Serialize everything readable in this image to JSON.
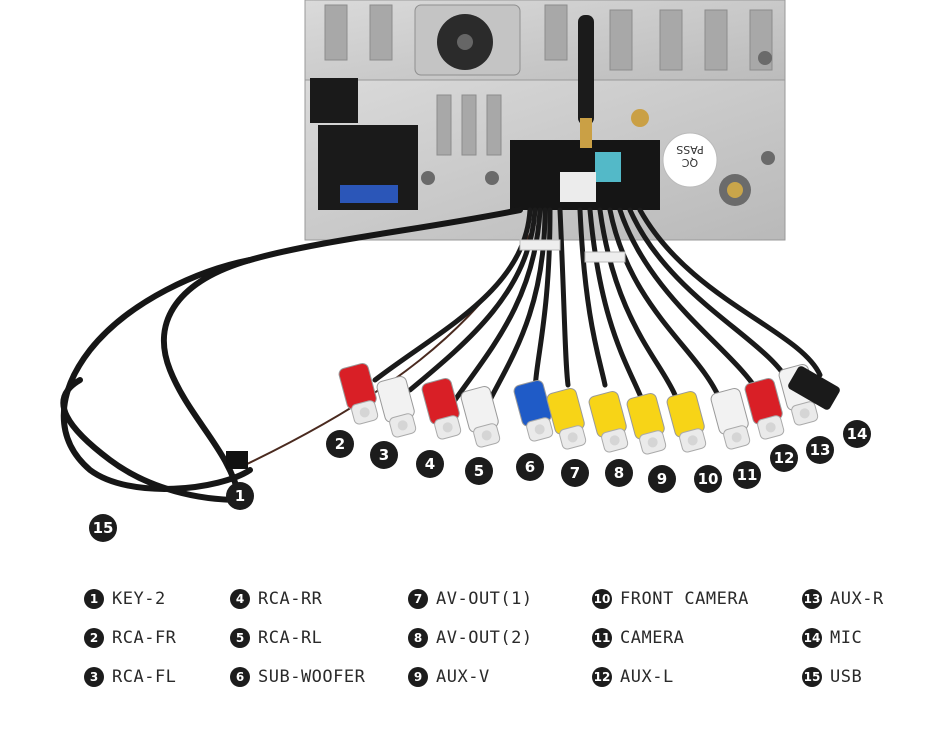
{
  "unit": {
    "stickers": [
      "QC",
      "PASS"
    ]
  },
  "callouts": [
    "1",
    "2",
    "3",
    "4",
    "5",
    "6",
    "7",
    "8",
    "9",
    "10",
    "11",
    "12",
    "13",
    "14",
    "15"
  ],
  "legend": [
    {
      "num": "1",
      "label": "KEY-2"
    },
    {
      "num": "2",
      "label": "RCA-FR"
    },
    {
      "num": "3",
      "label": "RCA-FL"
    },
    {
      "num": "4",
      "label": "RCA-RR"
    },
    {
      "num": "5",
      "label": "RCA-RL"
    },
    {
      "num": "6",
      "label": "SUB-WOOFER"
    },
    {
      "num": "7",
      "label": "AV-OUT(1)"
    },
    {
      "num": "8",
      "label": "AV-OUT(2)"
    },
    {
      "num": "9",
      "label": "AUX-V"
    },
    {
      "num": "10",
      "label": "FRONT CAMERA"
    },
    {
      "num": "11",
      "label": "CAMERA"
    },
    {
      "num": "12",
      "label": "AUX-L"
    },
    {
      "num": "13",
      "label": "AUX-R"
    },
    {
      "num": "14",
      "label": "MIC"
    },
    {
      "num": "15",
      "label": "USB"
    }
  ],
  "connector_colors": [
    "#d91f26",
    "#f2f2f2",
    "#d91f26",
    "#f2f2f2",
    "#1f5bc7",
    "#f7d417",
    "#f7d417",
    "#f7d417",
    "#f7d417",
    "#f2f2f2",
    "#d91f26",
    "#f2f2f2"
  ]
}
